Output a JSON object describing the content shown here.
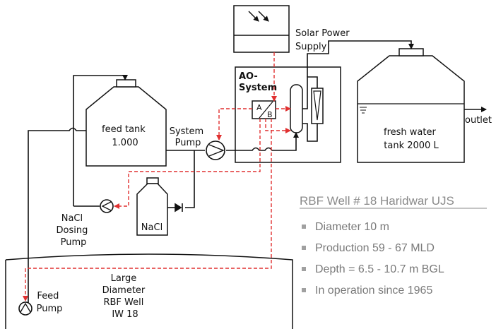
{
  "labels": {
    "solar_power": [
      "Solar Power",
      "Supply"
    ],
    "ao_system": [
      "AO-",
      "System"
    ],
    "feed_tank": [
      "feed tank",
      "1.000"
    ],
    "system_pump": [
      "System",
      "Pump"
    ],
    "fresh_water_tank": [
      "fresh water",
      "tank 2000 L"
    ],
    "outlet": "outlet",
    "nacl_tank": "NaCl",
    "nacl_dosing_pump": [
      "NaCl",
      "Dosing",
      "Pump"
    ],
    "feed_pump": [
      "Feed",
      "Pump"
    ],
    "rbf_well": [
      "Large",
      "Diameter",
      "RBF Well",
      "IW 18"
    ],
    "converter_a": "A",
    "converter_b": "B"
  },
  "info": {
    "title": "RBF Well # 18 Haridwar UJS",
    "items": [
      "Diameter 10 m",
      "Production 59 - 67 MLD",
      "Depth = 6.5 - 10.7 m BGL",
      "In operation since 1965"
    ]
  },
  "colors": {
    "pipe": "#111111",
    "control_line": "#e03030",
    "bullet": "#a0a0a0",
    "info_text": "#7a7a7a"
  }
}
